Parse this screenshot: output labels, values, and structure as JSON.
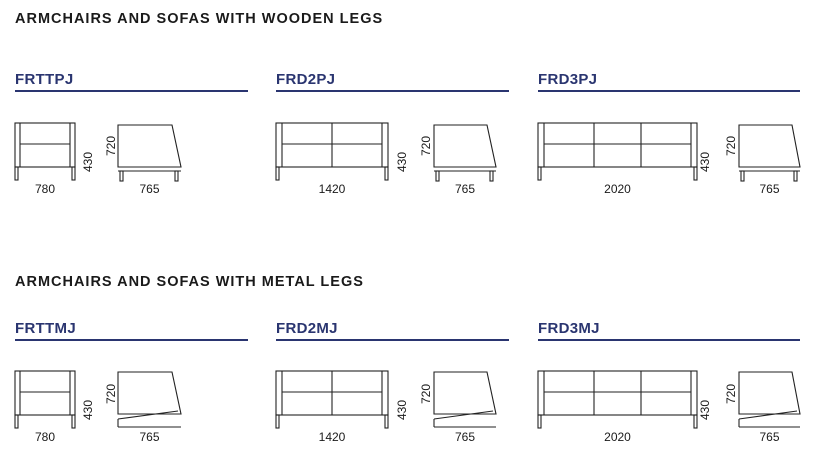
{
  "colors": {
    "accent": "#2a3570",
    "text": "#1a1a1a",
    "line": "#222222"
  },
  "sections": [
    {
      "title": "ARMCHAIRS AND SOFAS WITH WOODEN LEGS",
      "legs": "wooden",
      "products": [
        {
          "code": "FRTTPJ",
          "width": "780",
          "height": "430",
          "depth": "765",
          "back_height": "720",
          "seats": 1
        },
        {
          "code": "FRD2PJ",
          "width": "1420",
          "height": "430",
          "depth": "765",
          "back_height": "720",
          "seats": 2
        },
        {
          "code": "FRD3PJ",
          "width": "2020",
          "height": "430",
          "depth": "765",
          "back_height": "720",
          "seats": 3
        }
      ]
    },
    {
      "title": "ARMCHAIRS AND SOFAS WITH METAL LEGS",
      "legs": "metal",
      "products": [
        {
          "code": "FRTTMJ",
          "width": "780",
          "height": "430",
          "depth": "765",
          "back_height": "720",
          "seats": 1
        },
        {
          "code": "FRD2MJ",
          "width": "1420",
          "height": "430",
          "depth": "765",
          "back_height": "720",
          "seats": 2
        },
        {
          "code": "FRD3MJ",
          "width": "2020",
          "height": "430",
          "depth": "765",
          "back_height": "720",
          "seats": 3
        }
      ]
    }
  ]
}
